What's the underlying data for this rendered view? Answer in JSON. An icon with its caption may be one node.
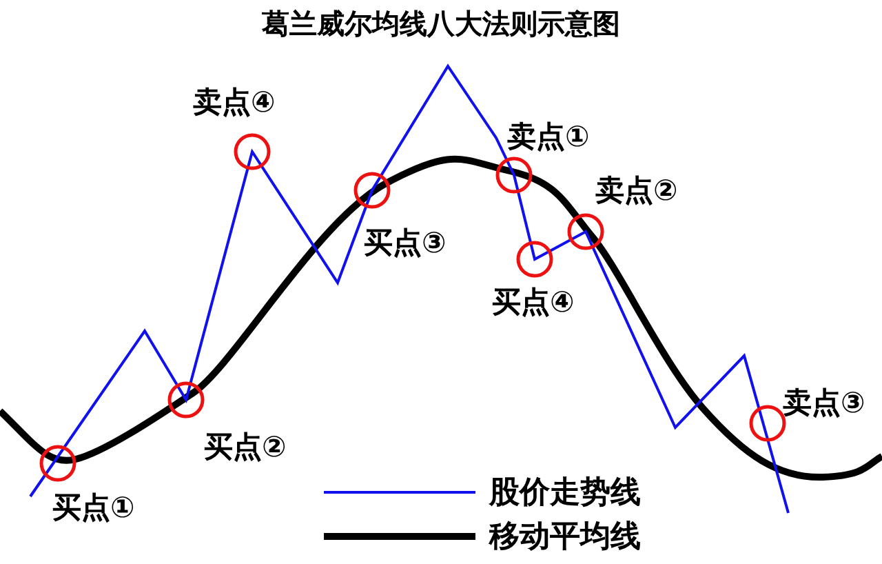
{
  "diagram": {
    "title": "葛兰威尔均线八大法则示意图",
    "labels": [
      "卖点④",
      "卖点①",
      "卖点②",
      "买点③",
      "买点④",
      "买点②",
      "卖点③",
      "买点①"
    ],
    "legend": [
      {
        "text": "股价走势线"
      },
      {
        "text": "移动平均线"
      }
    ]
  }
}
